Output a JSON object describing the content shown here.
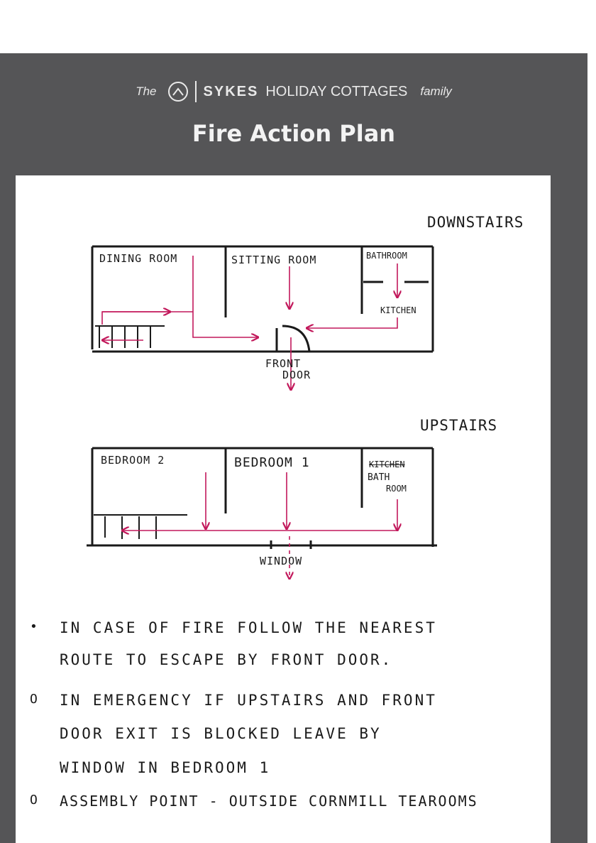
{
  "header": {
    "prefix": "The",
    "brand_bold": "SYKES",
    "brand_rest": "HOLIDAY COTTAGES",
    "suffix": "family",
    "title": "Fire Action Plan"
  },
  "downstairs": {
    "label": "DOWNSTAIRS",
    "rooms": [
      "DINING ROOM",
      "SITTING ROOM",
      "BATHROOM",
      "KITCHEN"
    ],
    "exit_line1": "FRONT",
    "exit_line2": "DOOR"
  },
  "upstairs": {
    "label": "UPSTAIRS",
    "rooms": [
      "BEDROOM 2",
      "BEDROOM 1",
      "KITCHEN",
      "BATH",
      "ROOM"
    ],
    "exit": "WINDOW"
  },
  "notes": [
    {
      "bullet": "•",
      "lines": [
        "IN CASE OF FIRE FOLLOW THE NEAREST",
        "ROUTE TO ESCAPE BY FRONT DOOR."
      ]
    },
    {
      "bullet": "o",
      "lines": [
        "IN EMERGENCY IF UPSTAIRS AND FRONT",
        "DOOR EXIT IS BLOCKED LEAVE BY",
        "WINDOW IN BEDROOM 1"
      ]
    },
    {
      "bullet": "o",
      "lines": [
        "ASSEMBLY POINT - OUTSIDE CORNMILL TEAROOMS"
      ]
    }
  ],
  "colors": {
    "band": "#555557",
    "route": "#c2185b",
    "ink": "#1a1a1a"
  }
}
